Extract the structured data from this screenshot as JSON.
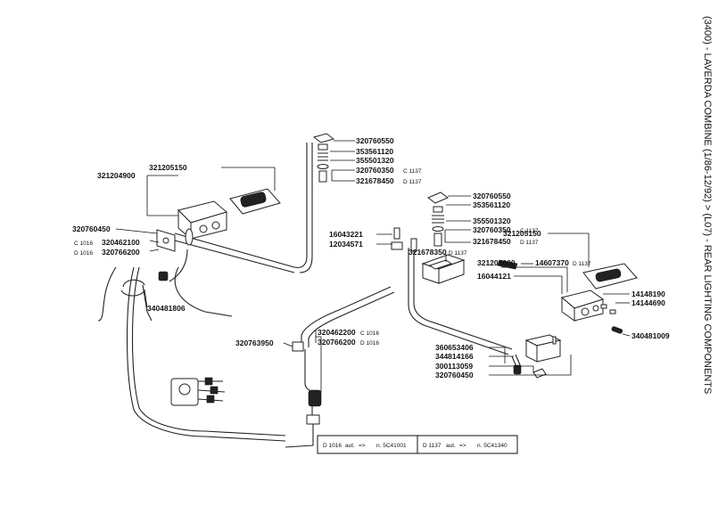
{
  "title": "(3400) - LAVERDA COMBINE (1/86-12/92) > (L07) - REAR LIGHTING COMPONENTS",
  "legend": {
    "left": {
      "code": "D 1016",
      "aut": "aut.",
      "arrow": "=>",
      "serial": "n. 5C41001"
    },
    "right": {
      "code": "D 1137",
      "aut": "aut.",
      "arrow": "=>",
      "serial": "n. 5C41340"
    }
  },
  "parts": {
    "p321204900": "321204900",
    "p321205150_left": "321205150",
    "p320760450_left": "320760450",
    "p320462100": "320462100",
    "c1016_a": "C 1016",
    "p320766200_left": "320766200",
    "d1016_a": "D 1016",
    "p340481806": "340481806",
    "p320760550_l": "320760550",
    "p353561120_l": "353561120",
    "p355501320_l": "355501320",
    "p320760350_l": "320760350",
    "c1137_l": "C 1137",
    "p321678450_l": "321678450",
    "d1137_l": "D 1137",
    "p320760550_r": "320760550",
    "p353561120_r": "353561120",
    "p355501320_r": "355501320",
    "p320760350_r": "320760350",
    "c1137_r": "C 1137",
    "p321678450_r": "321678450",
    "d1137_r": "D 1137",
    "p321678350": "321678350",
    "d1137_m": "D 1137",
    "p321205000": "321205000",
    "p321205150_right": "321205150",
    "p16043221": "16043221",
    "p12034571": "12034571",
    "p14607370": "14607370",
    "d1137_t": "D 1137",
    "p16044121": "16044121",
    "p14148190": "14148190",
    "p14144690": "14144690",
    "p340481009": "340481009",
    "p320763950": "320763950",
    "p320462200": "320462200",
    "c1016_b": "C 1016",
    "p320766200_mid": "320766200",
    "d1016_b": "D 1016",
    "p360653406": "360653406",
    "p344814166": "344814166",
    "p300113059": "300113059",
    "p320760450_right": "320760450"
  }
}
